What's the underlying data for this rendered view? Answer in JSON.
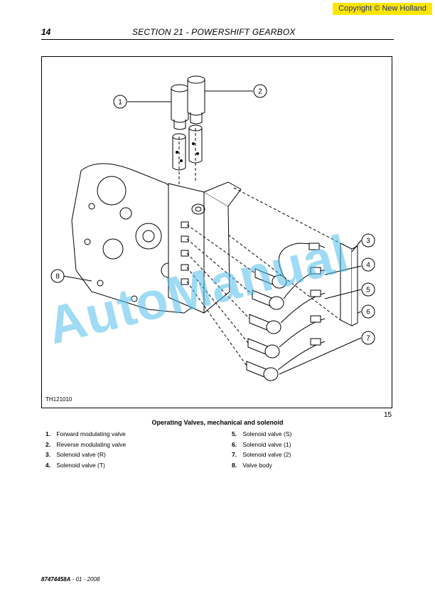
{
  "copyright": "Copyright © New Holland",
  "header": {
    "page_number": "14",
    "section_title": "SECTION 21 - POWERSHIFT GEARBOX"
  },
  "figure": {
    "reference": "TH121010",
    "number": "15",
    "caption": "Operating Valves, mechanical and solenoid",
    "callouts": [
      "1",
      "2",
      "3",
      "4",
      "5",
      "6",
      "7",
      "8"
    ]
  },
  "watermark": "AutoManual",
  "legend": {
    "left": [
      {
        "num": "1.",
        "label": "Forward modulating valve"
      },
      {
        "num": "2.",
        "label": "Reverse modulating valve"
      },
      {
        "num": "3.",
        "label": "Solenoid valve (R)"
      },
      {
        "num": "4.",
        "label": "Solenoid valve (T)"
      }
    ],
    "right": [
      {
        "num": "5.",
        "label": "Solenoid valve (S)"
      },
      {
        "num": "6.",
        "label": "Solenoid valve (1)"
      },
      {
        "num": "7.",
        "label": "Solenoid valve (2)"
      },
      {
        "num": "8.",
        "label": "Valve body"
      }
    ]
  },
  "footer": {
    "doc_code": "87474458A",
    "date": " - 01 - 2008"
  }
}
